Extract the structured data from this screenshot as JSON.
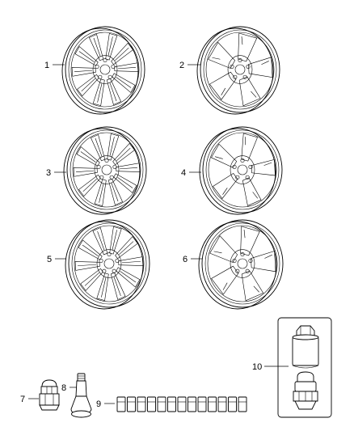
{
  "parts": [
    {
      "id": "1",
      "label": "1",
      "spoke_count": 10,
      "style": "split"
    },
    {
      "id": "2",
      "label": "2",
      "spoke_count": 5,
      "style": "wide"
    },
    {
      "id": "3",
      "label": "3",
      "spoke_count": 10,
      "style": "twin"
    },
    {
      "id": "4",
      "label": "4",
      "spoke_count": 5,
      "style": "slot"
    },
    {
      "id": "5",
      "label": "5",
      "spoke_count": 10,
      "style": "split"
    },
    {
      "id": "6",
      "label": "6",
      "spoke_count": 5,
      "style": "wide"
    },
    {
      "id": "7",
      "label": "7"
    },
    {
      "id": "8",
      "label": "8"
    },
    {
      "id": "9",
      "label": "9"
    },
    {
      "id": "10",
      "label": "10"
    }
  ],
  "weights_count": 13
}
